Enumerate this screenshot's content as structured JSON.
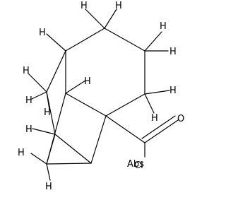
{
  "molecule": {
    "hydrogen_label": "H",
    "oxygen_label": "O",
    "chlorine_label": "Cl",
    "abs_label": "Abs"
  }
}
